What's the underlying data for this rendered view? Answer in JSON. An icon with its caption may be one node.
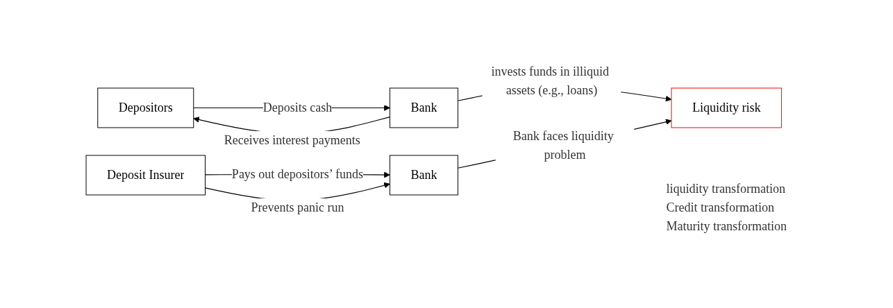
{
  "diagram": {
    "nodes": [
      {
        "text": [
          "Depositors"
        ]
      },
      {
        "text": [
          "Bank"
        ],
        "beside": [
          "liquidity transformation",
          "Credit transformation",
          "Maturity transformation"
        ]
      },
      {
        "text": [
          "Liquidity risk"
        ]
      },
      {
        "text": [
          "Bank"
        ]
      },
      {
        "text": [
          "Deposit Insurer"
        ]
      }
    ],
    "edges": [
      {
        "from": 0,
        "to": 1,
        "arrow": "to",
        "label": "Deposits cash"
      },
      {
        "from": 1,
        "to": 0,
        "arrow": "to",
        "label": "Receives interest payments"
      },
      {
        "from": 1,
        "to": 2,
        "arrow": "to",
        "label": "invests funds in illiquid assets (e.g., loans)"
      },
      {
        "from": 3,
        "to": 2,
        "arrow": "to",
        "label": "Bank faces liquidity problem"
      },
      {
        "from": 4,
        "to": 3,
        "arrow": "to",
        "label": "Pays out depositors’ funds"
      },
      {
        "from": 4,
        "to": 3,
        "arrow": "to",
        "label": "Prevents panic run"
      }
    ]
  }
}
